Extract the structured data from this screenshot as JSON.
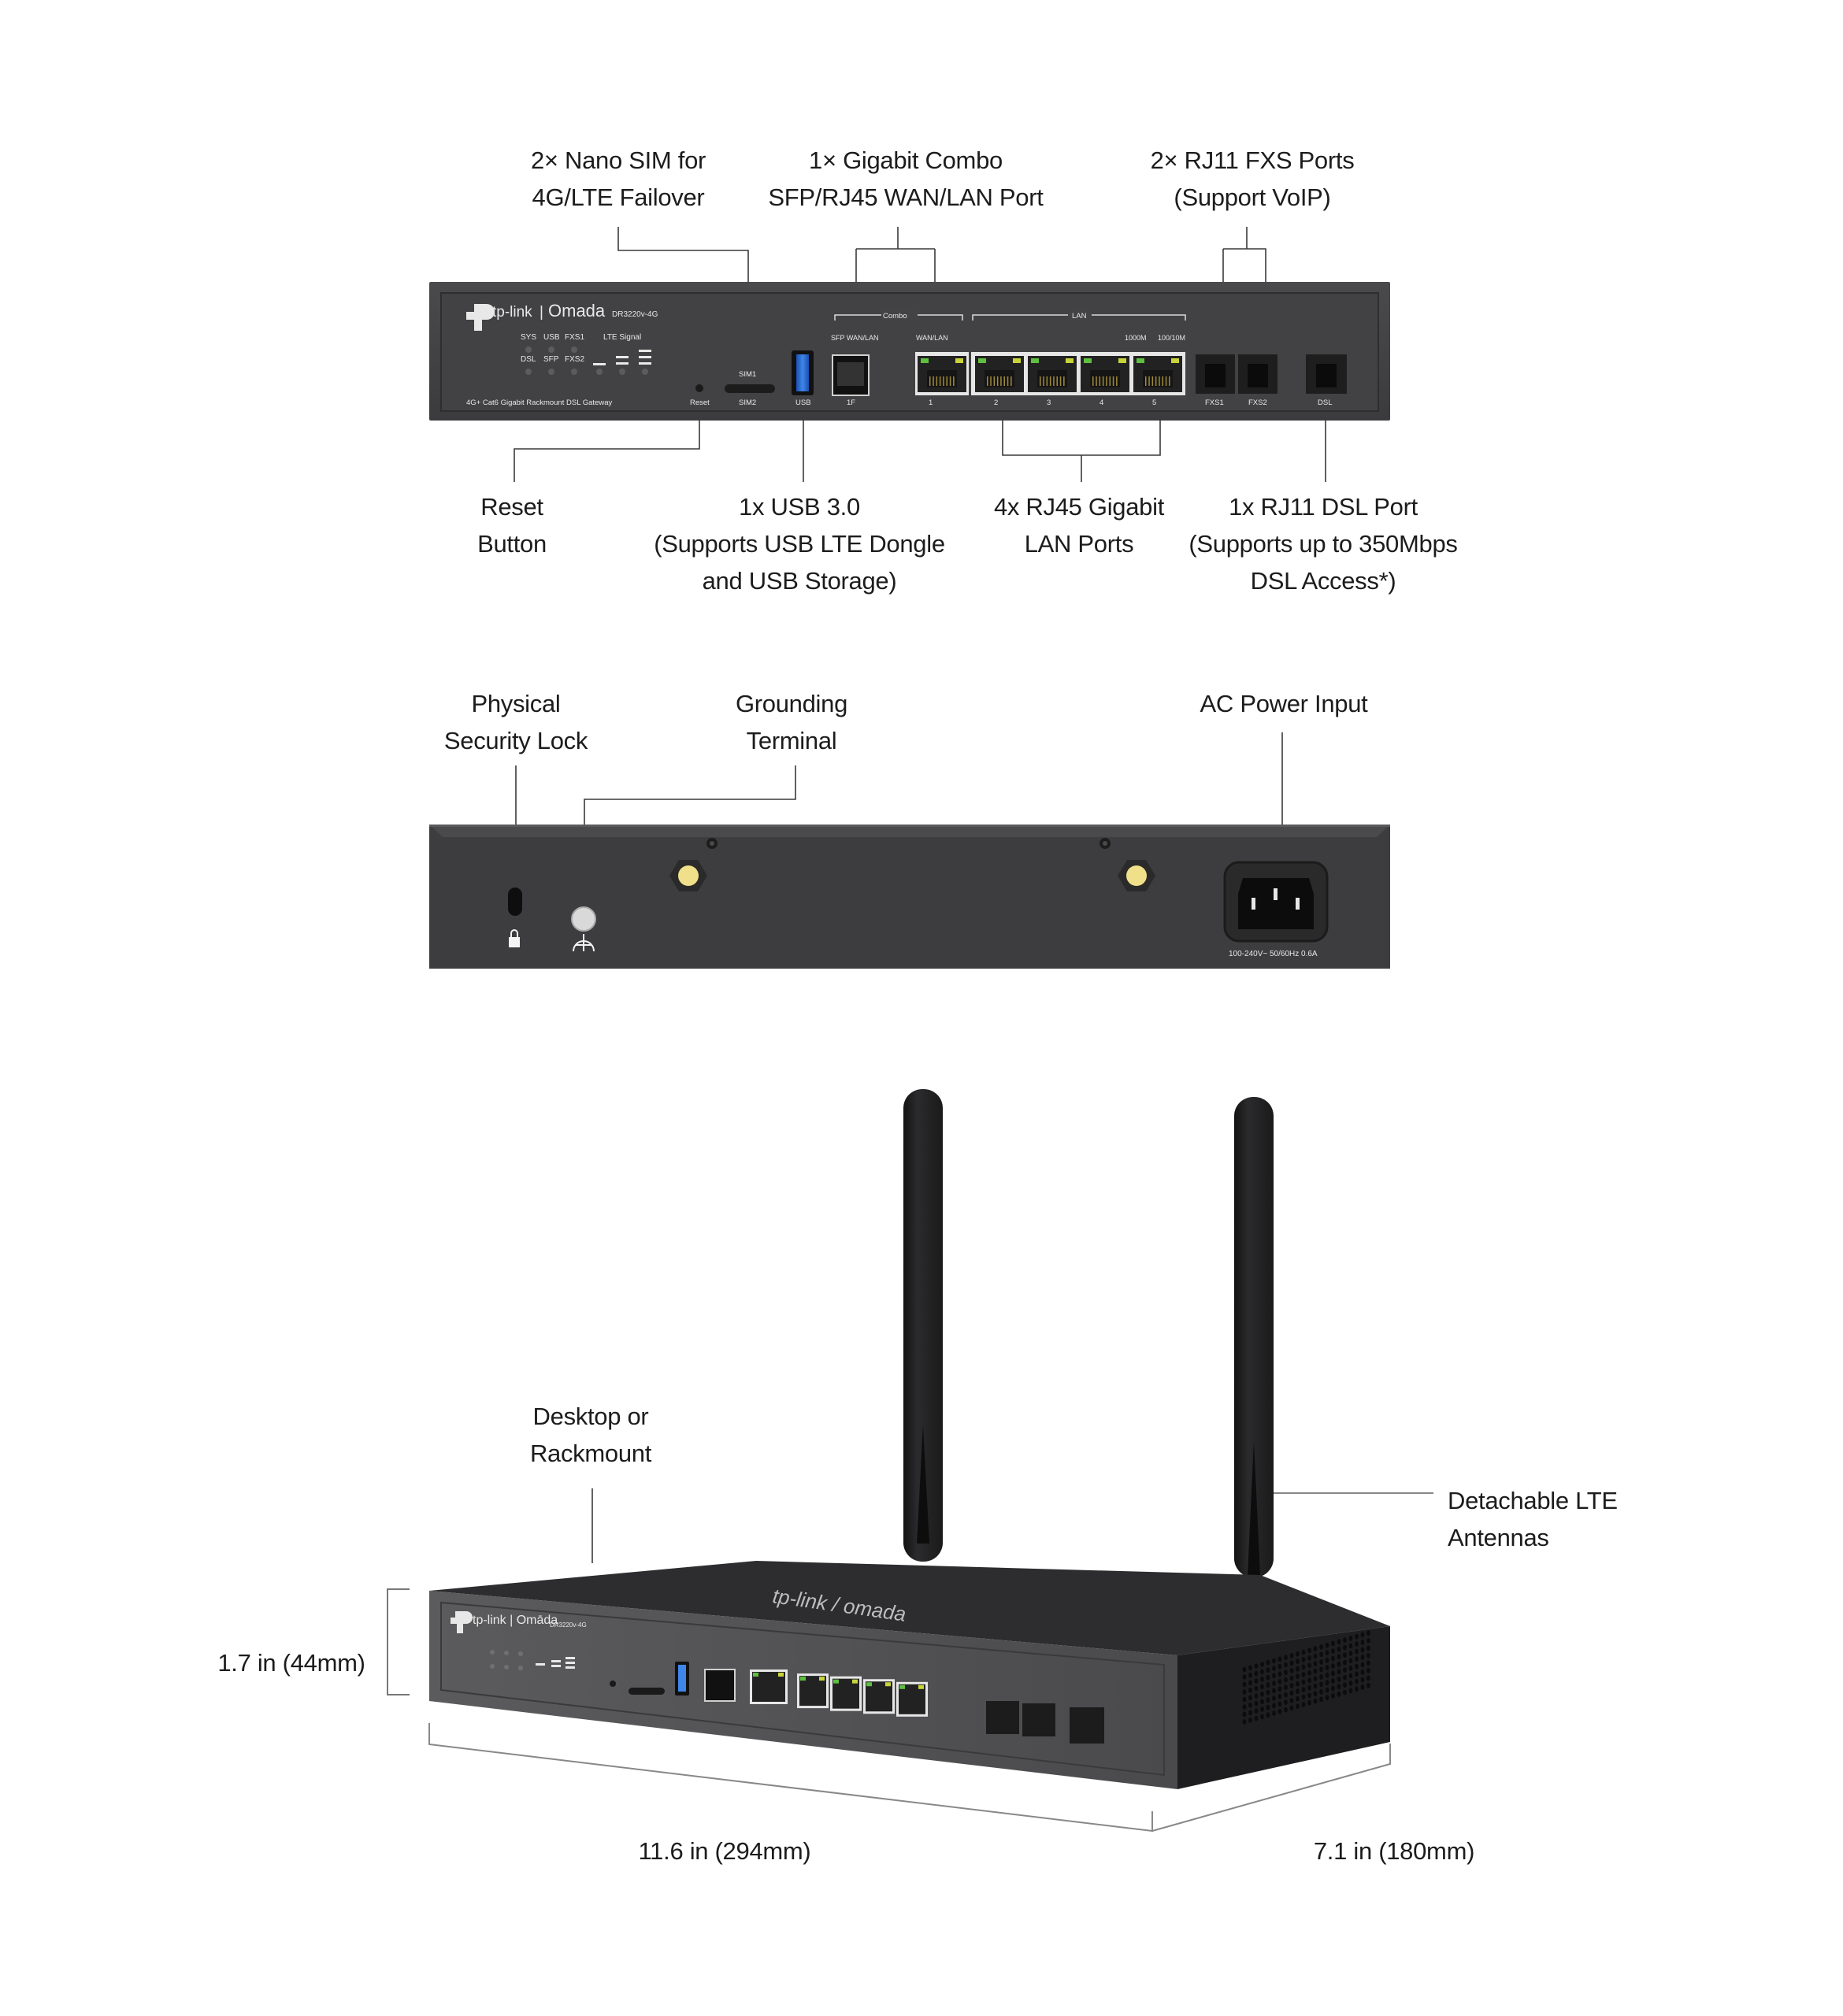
{
  "product": {
    "brand": "tp-link",
    "sub_brand": "Omada",
    "model": "DR3220v-4G",
    "description": "4G+ Cat6 Gigabit Rackmount DSL Gateway"
  },
  "front_panel": {
    "led_labels_row1": [
      "SYS",
      "USB",
      "FXS1"
    ],
    "led_labels_row2": [
      "DSL",
      "SFP",
      "FXS2"
    ],
    "lte_signal_label": "LTE Signal",
    "reset_label": "Reset",
    "sim_labels": [
      "SIM1",
      "SIM2"
    ],
    "usb_label": "USB",
    "combo_group_label": "Combo",
    "lan_group_label": "LAN",
    "sfp_top_label": "SFP WAN/LAN",
    "wan_top_label": "WAN/LAN",
    "speed_labels": [
      "1000M",
      "100/10M"
    ],
    "port_numbers": [
      "1F",
      "1",
      "2",
      "3",
      "4",
      "5"
    ],
    "phone_ports": [
      "FXS1",
      "FXS2"
    ],
    "dsl_port": "DSL",
    "led_colors": {
      "link_1000m": "#5fbf3f",
      "link_100m": "#c8d43a",
      "usb_blue": "#2f6fd6"
    }
  },
  "rear_panel": {
    "power_rating": "100-240V~ 50/60Hz 0.6A"
  },
  "top_logo": "tp-link / omada",
  "callouts_front": [
    {
      "id": "sim",
      "lines": [
        "2× Nano SIM for",
        "4G/LTE Failover"
      ]
    },
    {
      "id": "combo",
      "lines": [
        "1× Gigabit Combo",
        "SFP/RJ45 WAN/LAN Port"
      ]
    },
    {
      "id": "fxs",
      "lines": [
        "2× RJ11 FXS Ports",
        "(Support VoIP)"
      ]
    },
    {
      "id": "reset",
      "lines": [
        "Reset",
        "Button"
      ]
    },
    {
      "id": "usb",
      "lines": [
        "1x USB 3.0",
        "(Supports USB LTE Dongle",
        "and USB Storage)"
      ]
    },
    {
      "id": "lan",
      "lines": [
        "4x RJ45 Gigabit",
        "LAN Ports"
      ]
    },
    {
      "id": "dsl",
      "lines": [
        "1x RJ11 DSL Port",
        "(Supports up to 350Mbps",
        "DSL Access*)"
      ]
    }
  ],
  "callouts_rear": [
    {
      "id": "lock",
      "lines": [
        "Physical",
        "Security Lock"
      ]
    },
    {
      "id": "ground",
      "lines": [
        "Grounding",
        "Terminal"
      ]
    },
    {
      "id": "power",
      "lines": [
        "AC Power Input"
      ]
    }
  ],
  "callouts_3d": [
    {
      "id": "mount",
      "lines": [
        "Desktop or",
        "Rackmount"
      ]
    },
    {
      "id": "antenna",
      "lines": [
        "Detachable LTE",
        "Antennas"
      ]
    }
  ],
  "dimensions": {
    "height": "1.7 in (44mm)",
    "width": "11.6 in (294mm)",
    "depth": "7.1 in (180mm)"
  }
}
